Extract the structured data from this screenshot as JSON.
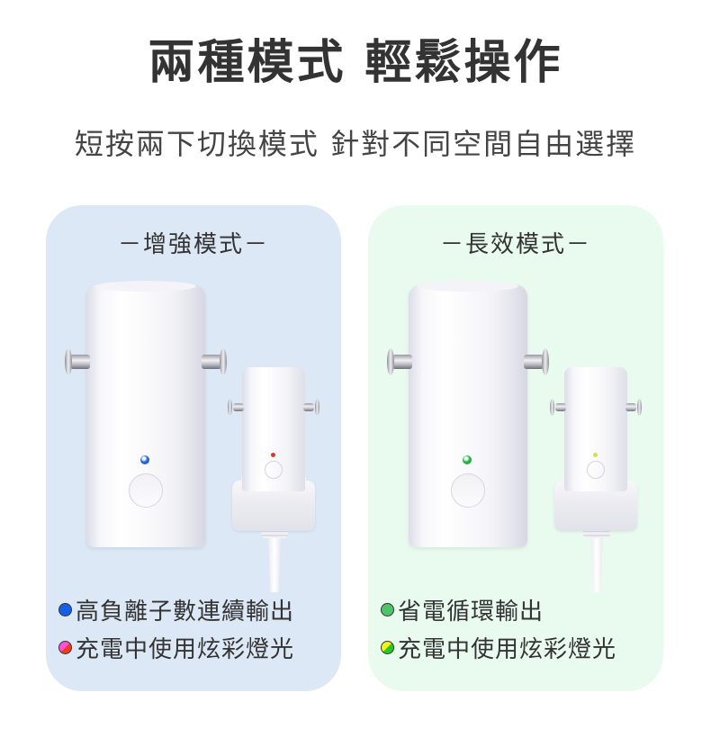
{
  "header": {
    "title": "兩種模式 輕鬆操作",
    "subtitle": "短按兩下切換模式 針對不同空間自由選擇"
  },
  "modes": [
    {
      "title": "－增強模式－",
      "background": "#dce8f6",
      "main_led_color": "#1f63e0",
      "charging_led_color": "#e2352a",
      "features": [
        {
          "indicator": "blue-dot",
          "colors": [
            "#1560e8",
            "#1560e8"
          ],
          "text": "高負離子數連續輸出"
        },
        {
          "indicator": "pink-red-dot",
          "colors": [
            "#ff4fd8",
            "#f03a1c"
          ],
          "text": "充電中使用炫彩燈光"
        }
      ]
    },
    {
      "title": "－長效模式－",
      "background": "#e9faef",
      "main_led_color": "#20b040",
      "charging_led_color": "#d8e23a",
      "features": [
        {
          "indicator": "green-dot",
          "colors": [
            "#4cc46a",
            "#4cc46a"
          ],
          "text": "省電循環輸出"
        },
        {
          "indicator": "yellow-green-dot",
          "colors": [
            "#f2f21a",
            "#22cc22"
          ],
          "text": "充電中使用炫彩燈光"
        }
      ]
    }
  ]
}
